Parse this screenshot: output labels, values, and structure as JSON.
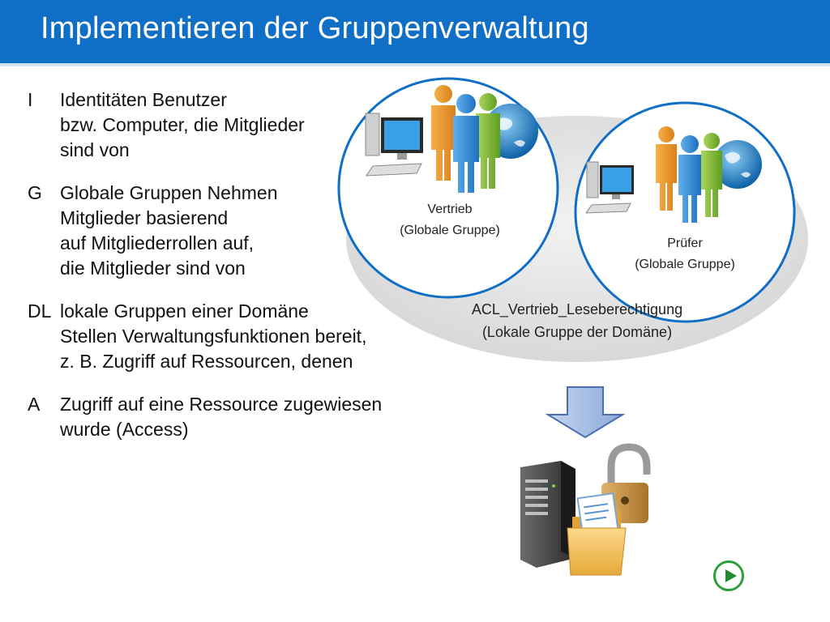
{
  "header": {
    "title": "Implementieren der Gruppenverwaltung"
  },
  "definitions": [
    {
      "key": "I",
      "lines": [
        "Identitäten Benutzer",
        "bzw. Computer, die Mitglieder",
        "sind von"
      ]
    },
    {
      "key": "G",
      "lines": [
        "Globale Gruppen Nehmen",
        "Mitglieder basierend",
        "auf Mitgliederrollen auf,",
        "die Mitglieder sind von"
      ]
    },
    {
      "key": "DL",
      "lines": [
        "lokale Gruppen einer Domäne",
        "Stellen Verwaltungsfunktionen bereit,",
        "z. B. Zugriff auf Ressourcen, denen"
      ]
    },
    {
      "key": "A",
      "lines": [
        "Zugriff auf eine Ressource zugewiesen",
        "wurde (Access)"
      ]
    }
  ],
  "diagram": {
    "group_vertrieb": {
      "name": "Vertrieb",
      "type": "(Globale Gruppe)"
    },
    "group_pruefer": {
      "name": "Prüfer",
      "type": "(Globale Gruppe)"
    },
    "acl_group": {
      "name": "ACL_Vertrieb_Leseberechtigung",
      "type": "(Lokale Gruppe der Domäne)"
    },
    "icons": [
      "computer-icon",
      "people-group-icon",
      "globe-icon",
      "down-arrow-icon",
      "server-icon",
      "padlock-icon",
      "folder-icon",
      "play-icon"
    ]
  },
  "colors": {
    "title_bar": "#0f6fc6",
    "circle_border": "#0f6fc6",
    "ellipse_fill": "#e6e6e6",
    "arrow_fill": "#a6bfe3",
    "play_green": "#2f9e3a"
  }
}
